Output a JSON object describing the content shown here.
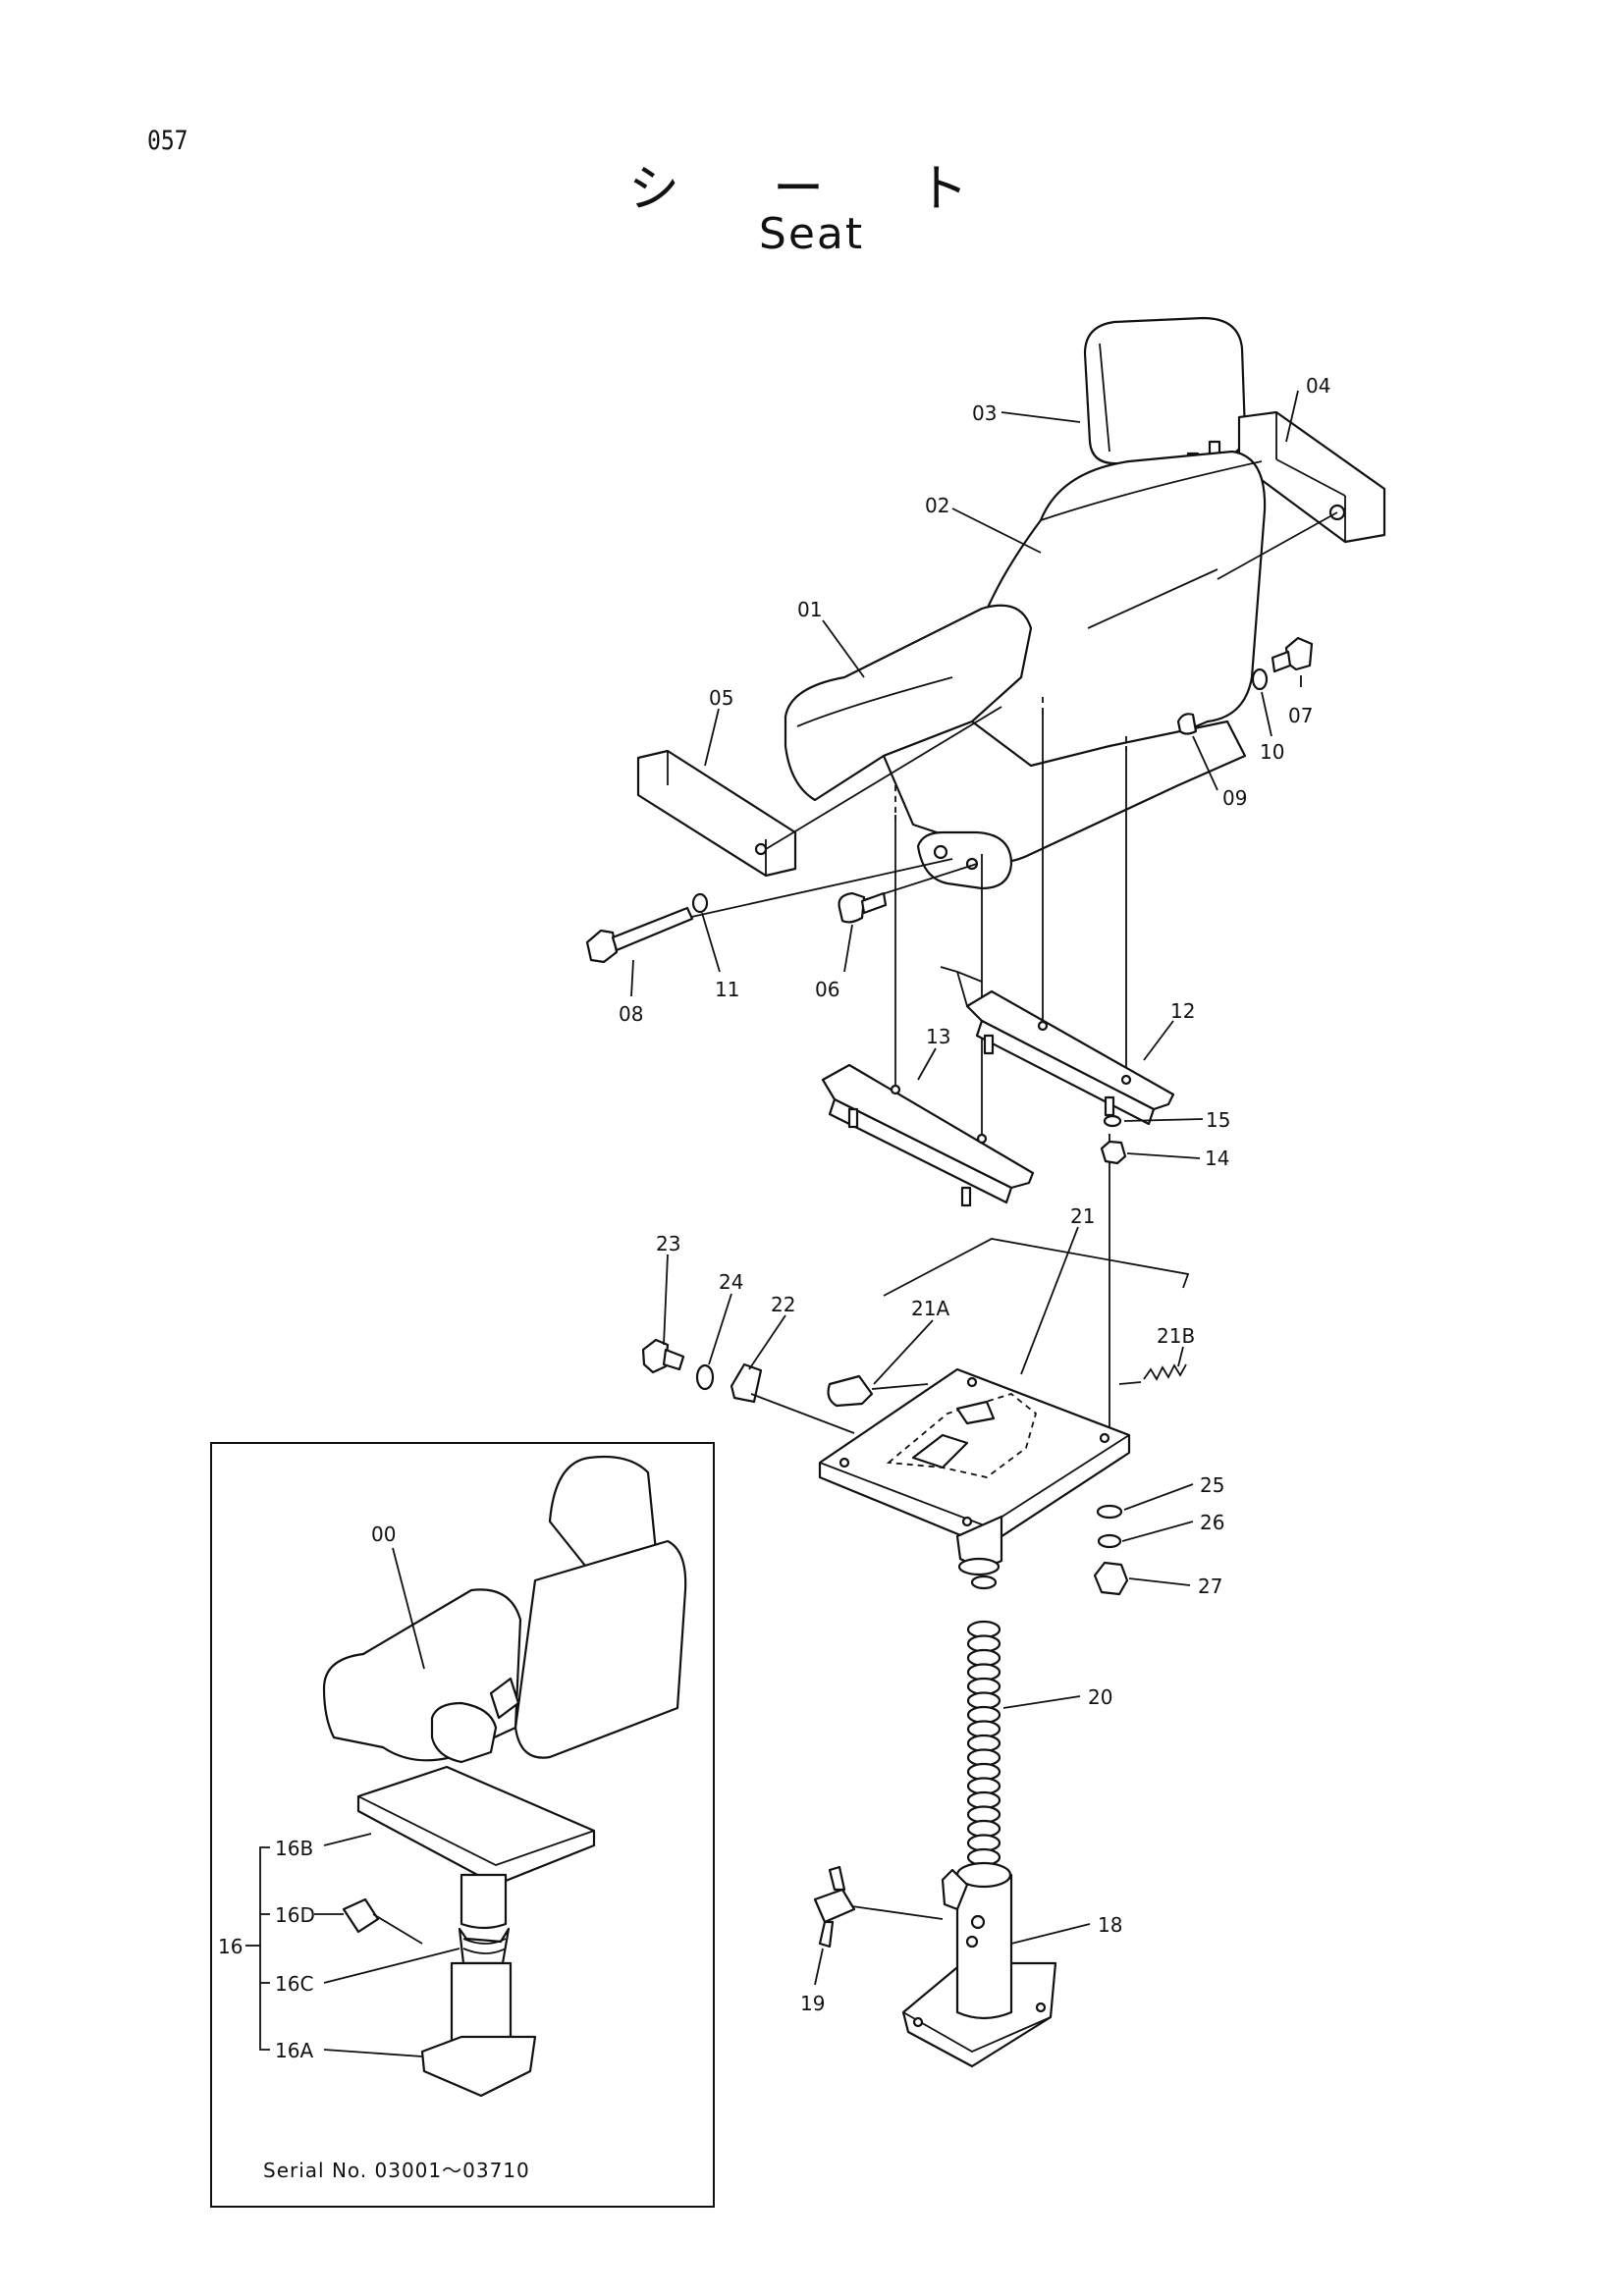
{
  "page_number": "057",
  "title_jp": "シート",
  "title_en": "Seat",
  "serial_note": "Serial No. 03001～03710",
  "callouts": {
    "c00": "00",
    "c01": "01",
    "c02": "02",
    "c03": "03",
    "c04": "04",
    "c05": "05",
    "c06": "06",
    "c07": "07",
    "c08": "08",
    "c09": "09",
    "c10": "10",
    "c11": "11",
    "c12": "12",
    "c13": "13",
    "c14": "14",
    "c15": "15",
    "c16": "16",
    "c16A": "16A",
    "c16B": "16B",
    "c16C": "16C",
    "c16D": "16D",
    "c18": "18",
    "c19": "19",
    "c20": "20",
    "c21": "21",
    "c21A": "21A",
    "c21B": "21B",
    "c22": "22",
    "c23": "23",
    "c24": "24",
    "c25": "25",
    "c26": "26",
    "c27": "27"
  }
}
